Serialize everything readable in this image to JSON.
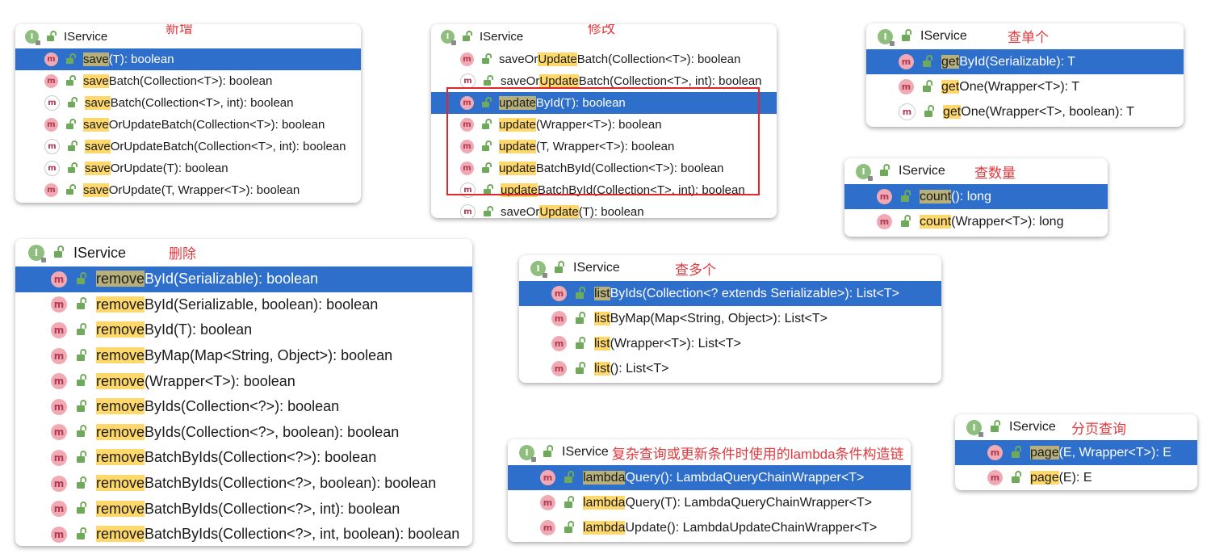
{
  "panels": {
    "save": {
      "title": "IService",
      "label": "新增",
      "items": [
        {
          "hl": "save",
          "rest": "(T): boolean"
        },
        {
          "hl": "save",
          "rest": "Batch(Collection<T>): boolean"
        },
        {
          "hl": "save",
          "rest": "Batch(Collection<T>, int): boolean"
        },
        {
          "hl": "save",
          "rest": "OrUpdateBatch(Collection<T>): boolean"
        },
        {
          "hl": "save",
          "rest": "OrUpdateBatch(Collection<T>, int): boolean"
        },
        {
          "hl": "save",
          "rest": "OrUpdate(T): boolean"
        },
        {
          "hl": "save",
          "rest": "OrUpdate(T, Wrapper<T>): boolean"
        }
      ]
    },
    "update": {
      "title": "IService",
      "label": "修改",
      "items": [
        {
          "pre": "saveOr",
          "hl": "Update",
          "rest": "Batch(Collection<T>): boolean"
        },
        {
          "pre": "saveOr",
          "hl": "Update",
          "rest": "Batch(Collection<T>, int): boolean"
        },
        {
          "hl": "update",
          "rest": "ById(T): boolean"
        },
        {
          "hl": "update",
          "rest": "(Wrapper<T>): boolean"
        },
        {
          "hl": "update",
          "rest": "(T, Wrapper<T>): boolean"
        },
        {
          "hl": "update",
          "rest": "BatchById(Collection<T>): boolean"
        },
        {
          "hl": "update",
          "rest": "BatchById(Collection<T>, int): boolean"
        },
        {
          "pre": "saveOr",
          "hl": "Update",
          "rest": "(T): boolean"
        }
      ]
    },
    "getone": {
      "title": "IService",
      "label": "查单个",
      "items": [
        {
          "hl": "get",
          "rest": "ById(Serializable): T"
        },
        {
          "hl": "get",
          "rest": "One(Wrapper<T>): T"
        },
        {
          "hl": "get",
          "rest": "One(Wrapper<T>, boolean): T"
        }
      ]
    },
    "count": {
      "title": "IService",
      "label": "查数量",
      "items": [
        {
          "hl": "count",
          "rest": "(): long"
        },
        {
          "hl": "count",
          "rest": "(Wrapper<T>): long"
        }
      ]
    },
    "remove": {
      "title": "IService",
      "label": "删除",
      "items": [
        {
          "hl": "remove",
          "rest": "ById(Serializable): boolean"
        },
        {
          "hl": "remove",
          "rest": "ById(Serializable, boolean): boolean"
        },
        {
          "hl": "remove",
          "rest": "ById(T): boolean"
        },
        {
          "hl": "remove",
          "rest": "ByMap(Map<String, Object>): boolean"
        },
        {
          "hl": "remove",
          "rest": "(Wrapper<T>): boolean"
        },
        {
          "hl": "remove",
          "rest": "ByIds(Collection<?>): boolean"
        },
        {
          "hl": "remove",
          "rest": "ByIds(Collection<?>, boolean): boolean"
        },
        {
          "hl": "remove",
          "rest": "BatchByIds(Collection<?>): boolean"
        },
        {
          "hl": "remove",
          "rest": "BatchByIds(Collection<?>, boolean): boolean"
        },
        {
          "hl": "remove",
          "rest": "BatchByIds(Collection<?>, int): boolean"
        },
        {
          "hl": "remove",
          "rest": "BatchByIds(Collection<?>, int, boolean): boolean"
        }
      ]
    },
    "list": {
      "title": "IService",
      "label": "查多个",
      "items": [
        {
          "hl": "list",
          "rest": "ByIds(Collection<? extends Serializable>): List<T>"
        },
        {
          "hl": "list",
          "rest": "ByMap(Map<String, Object>): List<T>"
        },
        {
          "hl": "list",
          "rest": "(Wrapper<T>): List<T>"
        },
        {
          "hl": "list",
          "rest": "(): List<T>"
        }
      ]
    },
    "page": {
      "title": "IService",
      "label": "分页查询",
      "items": [
        {
          "hl": "page",
          "rest": "(E, Wrapper<T>): E"
        },
        {
          "hl": "page",
          "rest": "(E): E"
        }
      ]
    },
    "lambda": {
      "title": "IService",
      "label": "复杂查询或更新条件时使用的lambda条件构造链",
      "items": [
        {
          "hl": "lambda",
          "rest": "Query(): LambdaQueryChainWrapper<T>"
        },
        {
          "hl": "lambda",
          "rest": "Query(T): LambdaQueryChainWrapper<T>"
        },
        {
          "hl": "lambda",
          "rest": "Update(): LambdaUpdateChainWrapper<T>"
        }
      ]
    }
  },
  "icons": {
    "interface_letter": "I",
    "method_letter": "m"
  },
  "colors": {
    "selection": "#2f6fcc",
    "match_highlight": "#ffd86b",
    "label_red": "#e0393e",
    "interface_icon": "#8fbf7f",
    "method_icon": "#f1a9b4"
  }
}
